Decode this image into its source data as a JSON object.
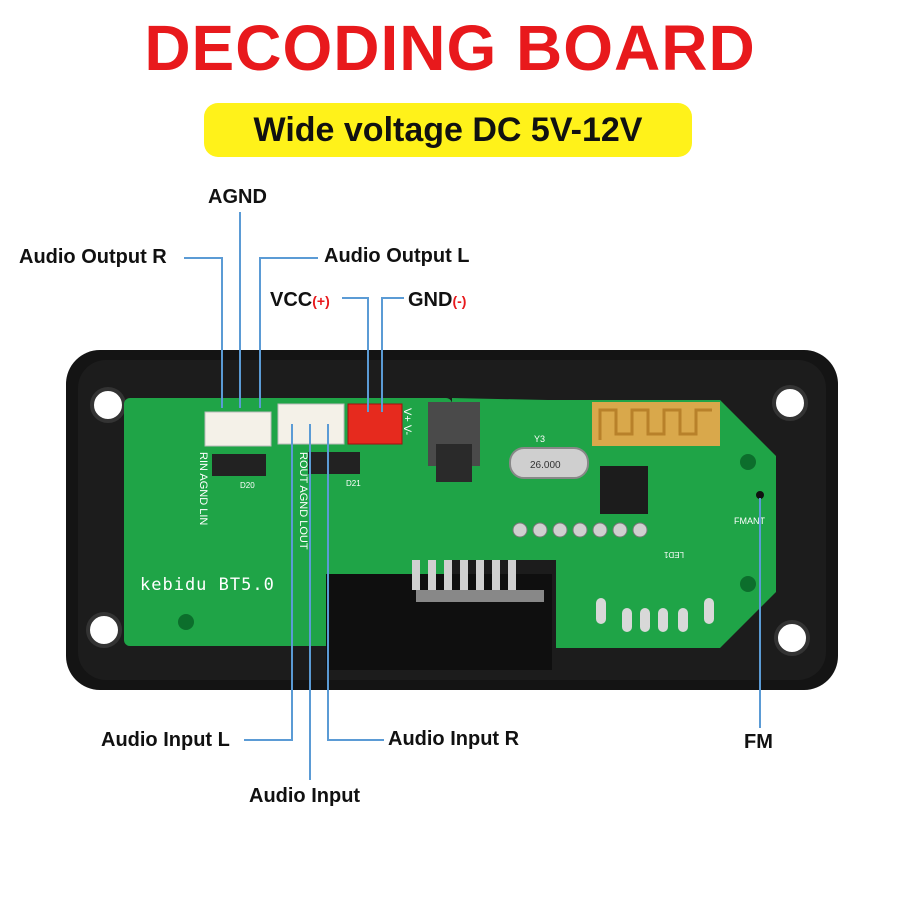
{
  "title": "DECODING BOARD",
  "subtitle": "Wide voltage DC 5V-12V",
  "labels": {
    "agnd": "AGND",
    "audio_output_r": "Audio Output R",
    "audio_output_l": "Audio Output L",
    "vcc": "VCC",
    "vcc_sign": "(+)",
    "gnd": "GND",
    "gnd_sign": "(-)",
    "audio_input_l": "Audio Input L",
    "audio_input_r": "Audio Input R",
    "audio_input": "Audio Input",
    "fm": "FM"
  },
  "board": {
    "brand": "kebidu BT5.0",
    "pins_out": "RIN AGND LIN",
    "pins_in": "ROUT AGND LOUT",
    "crystal": "26.000",
    "fm_pad": "FMANT",
    "power_pins": "V+ V-",
    "ref_y3": "Y3",
    "ref_d20": "D20",
    "ref_d21": "D21",
    "ref_led1": "LED1"
  },
  "colors": {
    "title": "#e8191c",
    "highlight": "#fff21a",
    "pcb": "#1fa447",
    "callout_line": "#5b9bd5"
  }
}
